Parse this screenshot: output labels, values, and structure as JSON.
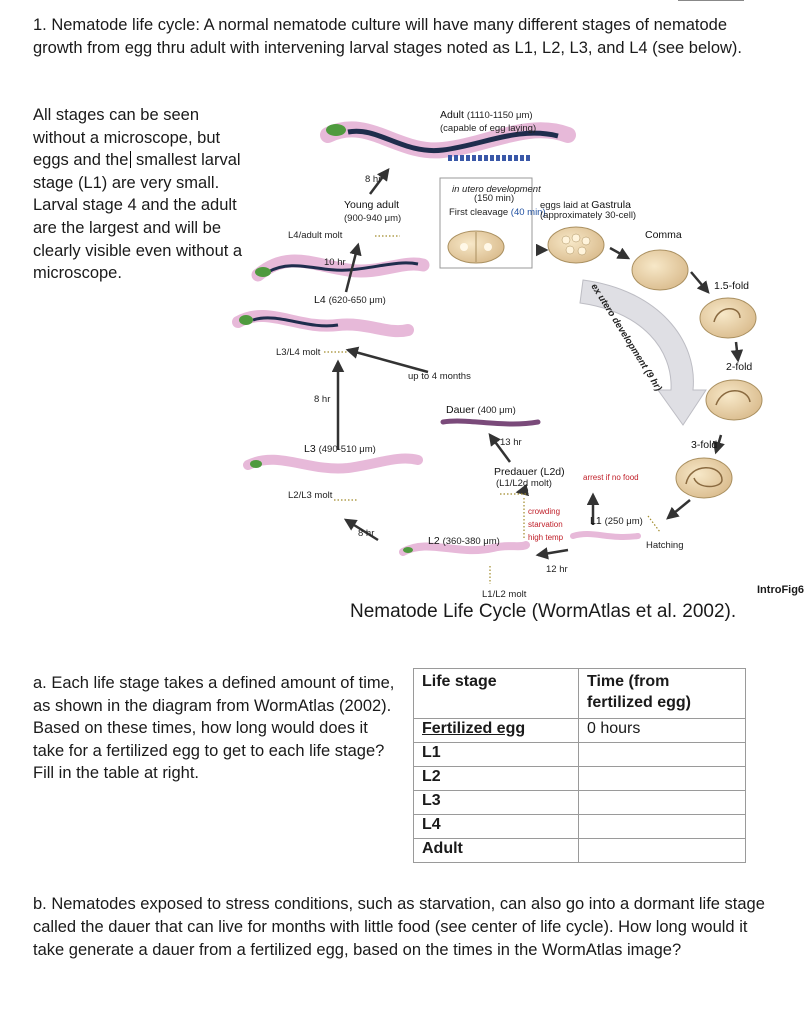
{
  "question1": "1. Nematode life cycle: A normal nematode culture will have many different stages of nematode growth from egg thru adult with intervening larval stages noted as L1, L2, L3, and L4 (see below).",
  "intro_part1": "All stages can be seen without a microscope, but eggs and the",
  "intro_part2": "smallest larval stage (L1) are very small. Larval stage 4 and the adult are the largest and will be clearly visible even without a microscope.",
  "diagram": {
    "adult": "Adult",
    "adult_size": "(1110-1150 μm)",
    "adult_note": "(capable of egg laying)",
    "in_utero": "in utero development",
    "in_utero_time": "(150 min)",
    "first_cleavage": "First cleavage",
    "first_cleavage_time": "(40 min)",
    "eggs_laid": "eggs laid at",
    "gastrula": "Gastrula",
    "approx": "(approximately 30-cell)",
    "comma": "Comma",
    "ex_utero": "ex utero development (9 hr)",
    "one_five_fold": "1.5-fold",
    "two_fold": "2-fold",
    "three_fold": "3-fold",
    "hatching": "Hatching",
    "young_adult": "Young adult",
    "young_adult_size": "(900-940 μm)",
    "eight_hr": "8 hr",
    "ten_hr": "10 hr",
    "twelve_hr": "12 hr",
    "thirteen_hr": "13 hr",
    "l4_adult_molt": "L4/adult molt",
    "l4": "L4",
    "l4_size": "(620-650 μm)",
    "l3_l4_molt": "L3/L4 molt",
    "up_to_4_months": "up to 4 months",
    "dauer": "Dauer",
    "dauer_size": "(400 μm)",
    "l3": "L3",
    "l3_size": "(490-510 μm)",
    "l2_l3_molt": "L2/L3 molt",
    "predauer": "Predauer (L2d)",
    "predauer_molt": "(L1/L2d molt)",
    "crowding": "crowding",
    "starvation": "starvation",
    "high_temp": "high temp",
    "arrest": "arrest if no food",
    "l1": "L1",
    "l1_size": "(250 μm)",
    "l2": "L2",
    "l2_size": "(360-380 μm)",
    "l1_l2_molt": "L1/L2 molt"
  },
  "caption": "Nematode Life Cycle (WormAtlas et al. 2002).",
  "fig_label": "IntroFig6",
  "question_a": "a. Each life stage takes a defined amount of time, as shown in the diagram from WormAtlas (2002). Based on these times, how long would does it take for a fertilized egg to get to each life stage? Fill in the table at right.",
  "table": {
    "col1_header": "Life stage",
    "col2_header": "Time (from fertilized egg)",
    "rows": [
      {
        "stage": "Fertilized egg",
        "time": "0 hours"
      },
      {
        "stage": "L1",
        "time": ""
      },
      {
        "stage": "L2",
        "time": ""
      },
      {
        "stage": "L3",
        "time": ""
      },
      {
        "stage": "L4",
        "time": ""
      },
      {
        "stage": "Adult",
        "time": ""
      }
    ]
  },
  "question_b": "b. Nematodes exposed to stress conditions, such as starvation, can also go into a dormant life stage called the dauer that can live for months with little food (see center of life cycle). How long would it take generate a dauer from a fertilized egg, based on the times in the WormAtlas image?",
  "colors": {
    "worm_body": "#e7b9d9",
    "worm_dark": "#1f2d4d",
    "worm_head": "#4f9a3e",
    "egg": "#f2dcb0",
    "shadow_arrow": "#d8d8dc",
    "red_text": "#c0202a"
  }
}
